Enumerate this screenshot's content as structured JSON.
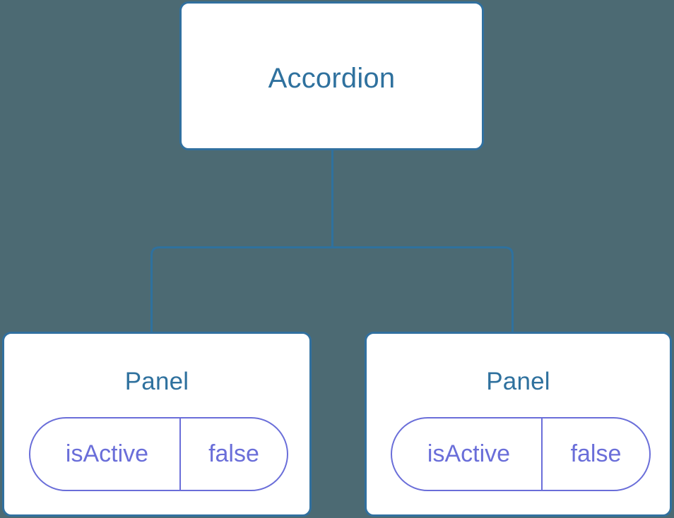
{
  "diagram": {
    "type": "component-tree",
    "background_color": "#4c6a73",
    "node_border_color": "#31709f",
    "node_fill_color": "#ffffff",
    "node_label_color": "#2f719e",
    "prop_color": "#6a6ed9",
    "connector_color": "#2f719e",
    "root": {
      "label": "Accordion"
    },
    "children": [
      {
        "label": "Panel",
        "props": [
          {
            "key": "isActive",
            "value": "false"
          }
        ]
      },
      {
        "label": "Panel",
        "props": [
          {
            "key": "isActive",
            "value": "false"
          }
        ]
      }
    ]
  }
}
